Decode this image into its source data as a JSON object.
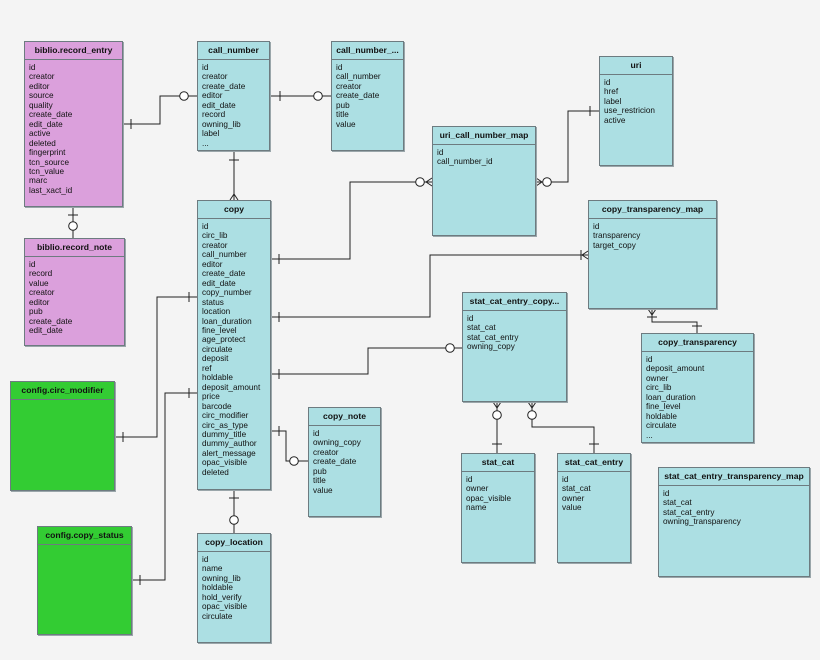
{
  "colors": {
    "table": "#acdfe3",
    "biblio": "#dba0dc",
    "config": "#33cc33",
    "line": "#222222"
  },
  "tables": {
    "biblio_record_entry": {
      "name": "biblio.record_entry",
      "fields": [
        "id",
        "creator",
        "editor",
        "source",
        "quality",
        "create_date",
        "edit_date",
        "active",
        "deleted",
        "fingerprint",
        "tcn_source",
        "tcn_value",
        "marc",
        "last_xact_id"
      ]
    },
    "biblio_record_note": {
      "name": "biblio.record_note",
      "fields": [
        "id",
        "record",
        "value",
        "creator",
        "editor",
        "pub",
        "create_date",
        "edit_date"
      ]
    },
    "call_number": {
      "name": "call_number",
      "fields": [
        "id",
        "creator",
        "create_date",
        "editor",
        "edit_date",
        "record",
        "owning_lib",
        "label",
        "..."
      ]
    },
    "call_number_note": {
      "name": "call_number_...",
      "fields": [
        "id",
        "call_number",
        "creator",
        "create_date",
        "pub",
        "title",
        "value"
      ]
    },
    "uri": {
      "name": "uri",
      "fields": [
        "id",
        "href",
        "label",
        "use_restricion",
        "active"
      ]
    },
    "uri_call_number_map": {
      "name": "uri_call_number_map",
      "fields": [
        "id",
        "call_number_id"
      ]
    },
    "copy": {
      "name": "copy",
      "fields": [
        "id",
        "circ_lib",
        "creator",
        "call_number",
        "editor",
        "create_date",
        "edit_date",
        "copy_number",
        "status",
        "location",
        "loan_duration",
        "fine_level",
        "age_protect",
        "circulate",
        "deposit",
        "ref",
        "holdable",
        "deposit_amount",
        "price",
        "barcode",
        "circ_modifier",
        "circ_as_type",
        "dummy_title",
        "dummy_author",
        "alert_message",
        "opac_visible",
        "deleted"
      ]
    },
    "copy_transparency_map": {
      "name": "copy_transparency_map",
      "fields": [
        "id",
        "transparency",
        "target_copy"
      ]
    },
    "stat_cat_entry_copy": {
      "name": "stat_cat_entry_copy...",
      "fields": [
        "id",
        "stat_cat",
        "stat_cat_entry",
        "owning_copy"
      ]
    },
    "copy_transparency": {
      "name": "copy_transparency",
      "fields": [
        "id",
        "deposit_amount",
        "owner",
        "circ_lib",
        "loan_duration",
        "fine_level",
        "holdable",
        "circulate",
        "..."
      ]
    },
    "config_circ_modifier": {
      "name": "config.circ_modifier",
      "fields": []
    },
    "copy_note": {
      "name": "copy_note",
      "fields": [
        "id",
        "owning_copy",
        "creator",
        "create_date",
        "pub",
        "title",
        "value"
      ]
    },
    "config_copy_status": {
      "name": "config.copy_status",
      "fields": []
    },
    "copy_location": {
      "name": "copy_location",
      "fields": [
        "id",
        "name",
        "owning_lib",
        "holdable",
        "hold_verify",
        "opac_visible",
        "circulate"
      ]
    },
    "stat_cat": {
      "name": "stat_cat",
      "fields": [
        "id",
        "owner",
        "opac_visible",
        "name"
      ]
    },
    "stat_cat_entry": {
      "name": "stat_cat_entry",
      "fields": [
        "id",
        "stat_cat",
        "owner",
        "value"
      ]
    },
    "stat_cat_entry_transparency_map": {
      "name": "stat_cat_entry_transparency_map",
      "fields": [
        "id",
        "stat_cat",
        "stat_cat_entry",
        "owning_transparency"
      ]
    }
  }
}
